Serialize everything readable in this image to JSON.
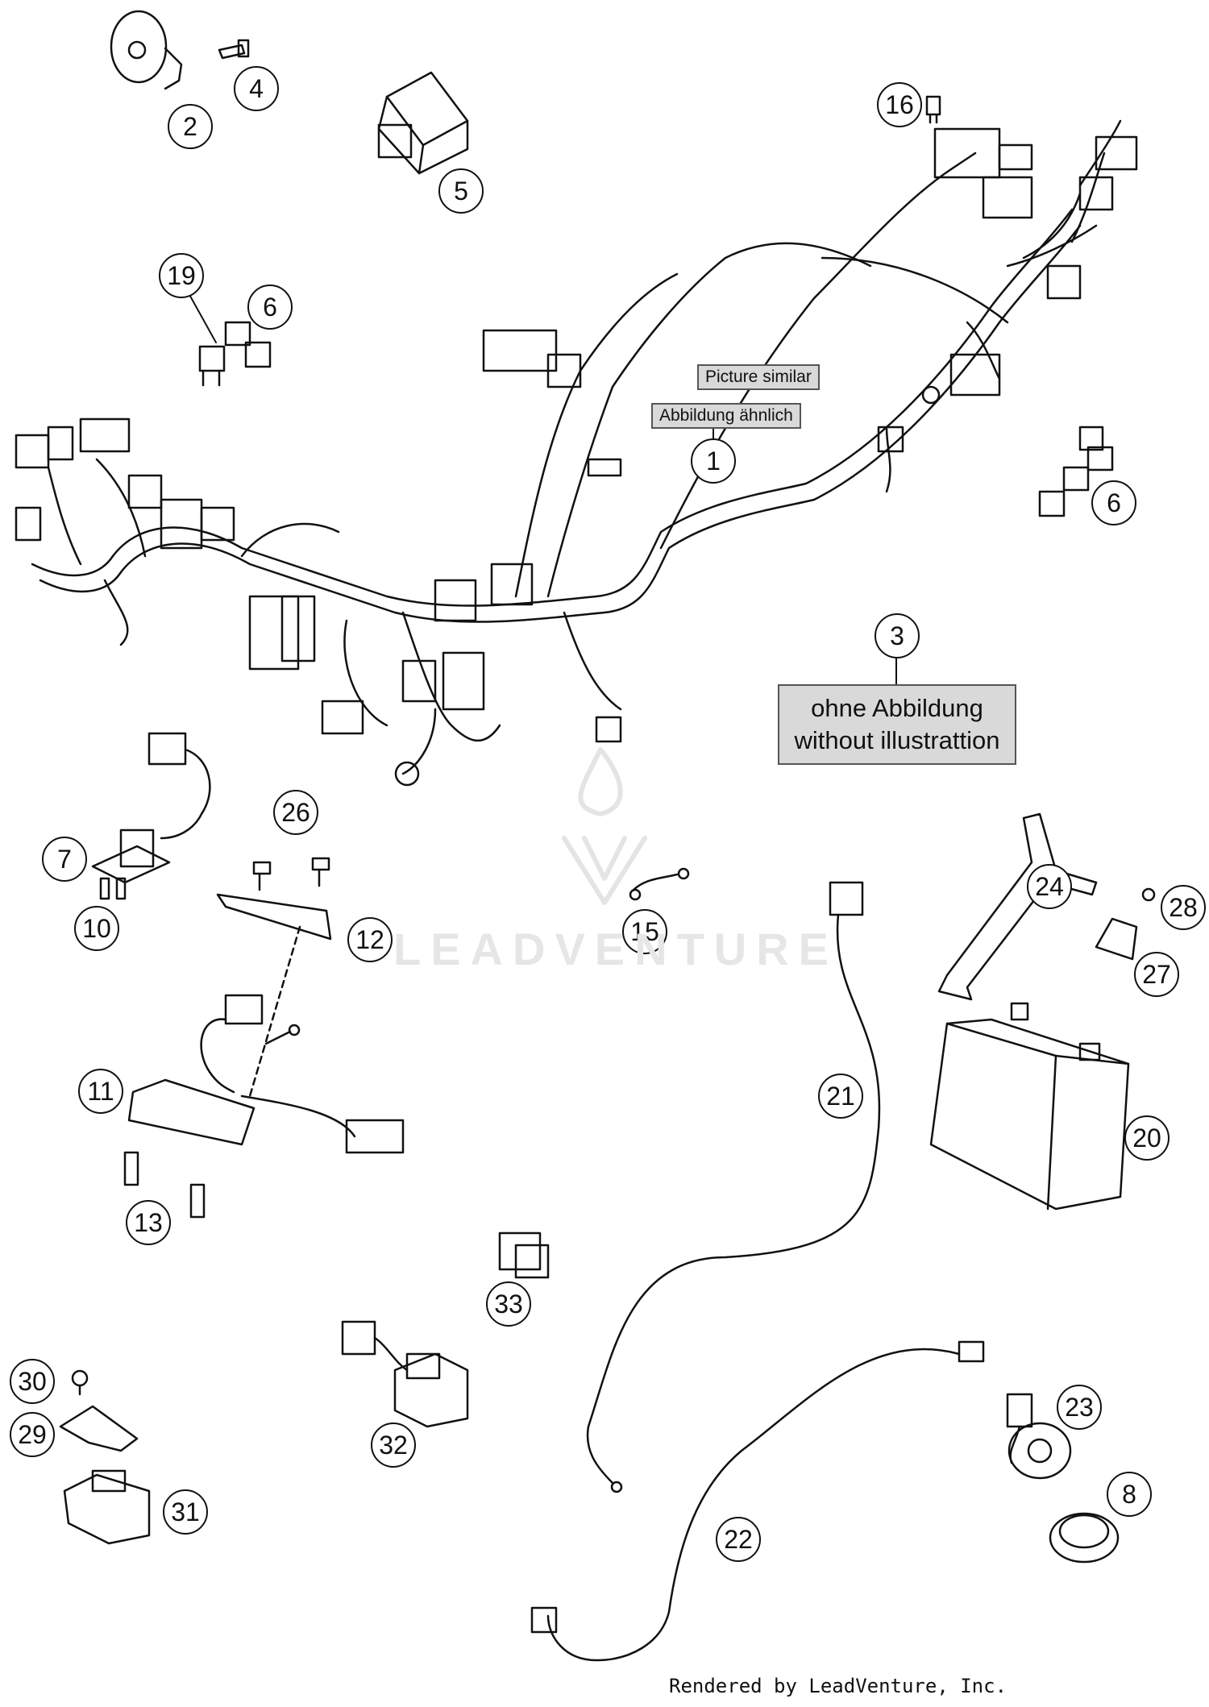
{
  "callouts": [
    "1",
    "2",
    "3",
    "4",
    "5",
    "6",
    "6",
    "7",
    "8",
    "10",
    "11",
    "12",
    "13",
    "15",
    "16",
    "19",
    "20",
    "21",
    "22",
    "23",
    "24",
    "26",
    "27",
    "28",
    "29",
    "30",
    "31",
    "32",
    "33"
  ],
  "notes": {
    "picture_similar": "Picture similar",
    "abbildung_aehnlich": "Abbildung ähnlich",
    "ohne_abbildung": "ohne Abbildung",
    "without_illustration": "without illustrattion"
  },
  "watermark": "LEADVENTURE",
  "footer": "Rendered by LeadVenture, Inc.",
  "colors": {
    "line": "#111111",
    "note_bg": "#d9d9d9",
    "watermark": "#e6e6e6"
  }
}
